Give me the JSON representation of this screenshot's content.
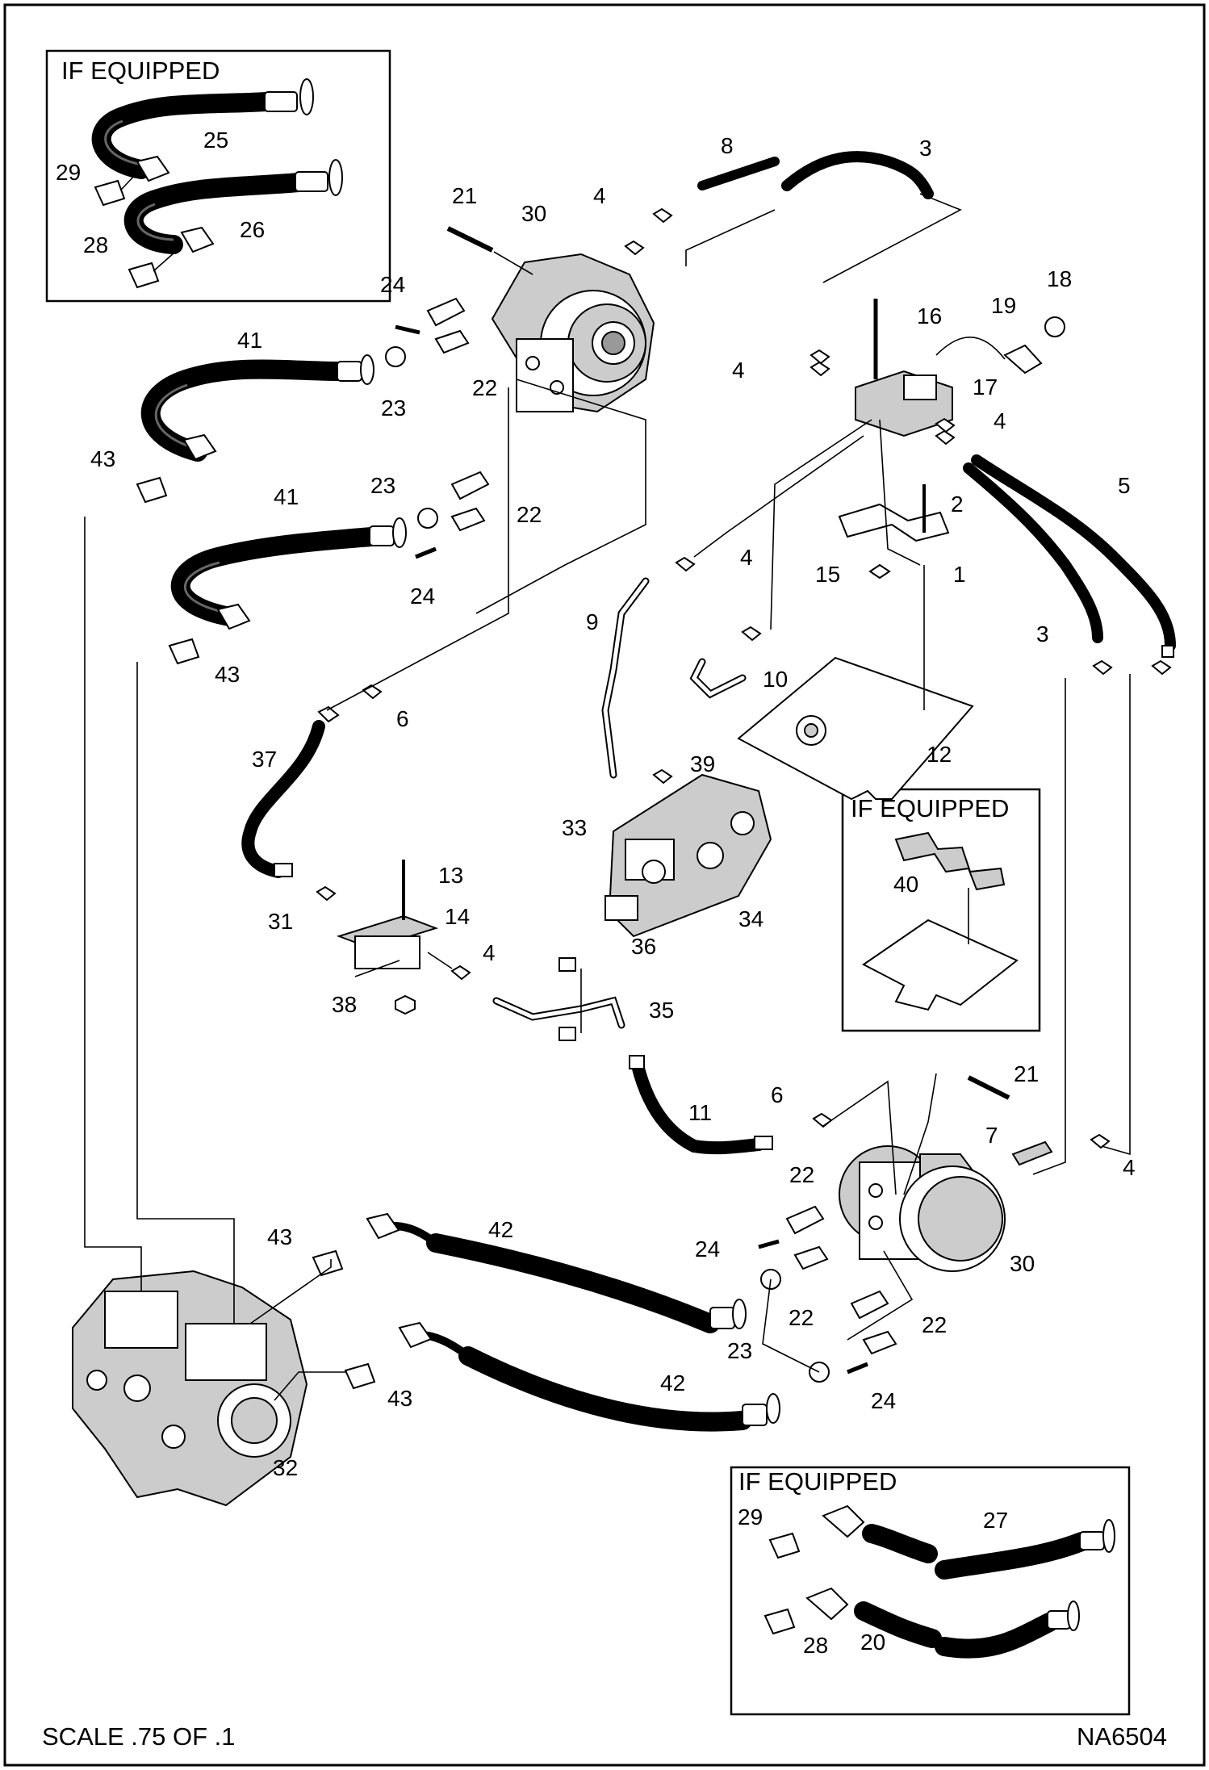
{
  "inset_boxes": {
    "top_left": {
      "title": "IF EQUIPPED"
    },
    "mid_right": {
      "title": "IF EQUIPPED"
    },
    "bottom_right": {
      "title": "IF EQUIPPED"
    }
  },
  "callouts": {
    "c25": "25",
    "c29a": "29",
    "c26": "26",
    "c28a": "28",
    "c21a": "21",
    "c30a": "30",
    "c4a": "4",
    "c8": "8",
    "c3a": "3",
    "c24a": "24",
    "c41a": "41",
    "c23a": "23",
    "c22a": "22",
    "c43a": "43",
    "c18": "18",
    "c19": "19",
    "c16": "16",
    "c4b": "4",
    "c17": "17",
    "c4c": "4",
    "c23b": "23",
    "c22b": "22",
    "c41b": "41",
    "c24b": "24",
    "c43b": "43",
    "c5": "5",
    "c2": "2",
    "c15": "15",
    "c1": "1",
    "c4d": "4",
    "c9": "9",
    "c10": "10",
    "c3b": "3",
    "c12": "12",
    "c6a": "6",
    "c37": "37",
    "c39": "39",
    "c33": "33",
    "c40": "40",
    "c13": "13",
    "c14": "14",
    "c31": "31",
    "c34": "34",
    "c36": "36",
    "c4e": "4",
    "c38": "38",
    "c35": "35",
    "c21b": "21",
    "c6b": "6",
    "c11": "11",
    "c7": "7",
    "c4f": "4",
    "c22c": "22",
    "c43c": "43",
    "c42a": "42",
    "c24c": "24",
    "c22d": "22",
    "c30b": "30",
    "c23c": "23",
    "c22e": "22",
    "c42b": "42",
    "c43d": "43",
    "c24d": "24",
    "c32": "32",
    "c29b": "29",
    "c27": "27",
    "c28b": "28",
    "c20": "20"
  },
  "footer": {
    "scale": "SCALE .75 OF .1",
    "drawing_id": "NA6504"
  }
}
